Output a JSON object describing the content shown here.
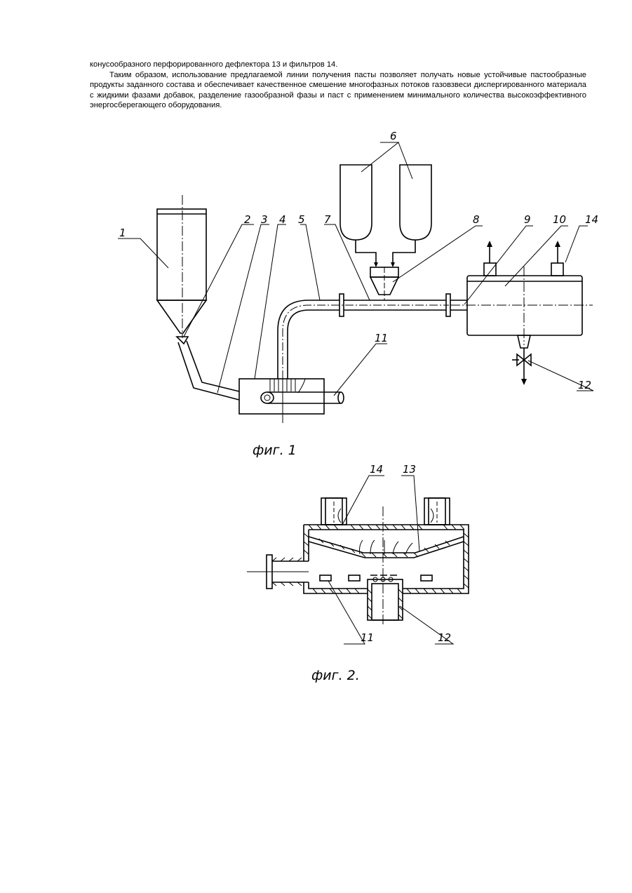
{
  "paragraph_1": "конусообразного перфорированного дефлектора 13 и фильтров 14.",
  "paragraph_2": "Таким образом, использование предлагаемой линии получения пасты позволяет получать новые устойчивые пастообразные продукты заданного состава и обеспечивает качественное смешение многофазных потоков газовзвеси диспергированного материала с жидкими фазами добавок, разделение газообразной фазы и паст с применением минимального количества высокоэффективного энергосберегающего оборудования.",
  "figure_1": {
    "caption": "фиг. 1",
    "labels": [
      "1",
      "2",
      "3",
      "4",
      "5",
      "6",
      "7",
      "8",
      "9",
      "10",
      "14",
      "11",
      "12"
    ]
  },
  "figure_2": {
    "caption": "фиг. 2.",
    "labels": [
      "14",
      "13",
      "11",
      "12"
    ]
  }
}
